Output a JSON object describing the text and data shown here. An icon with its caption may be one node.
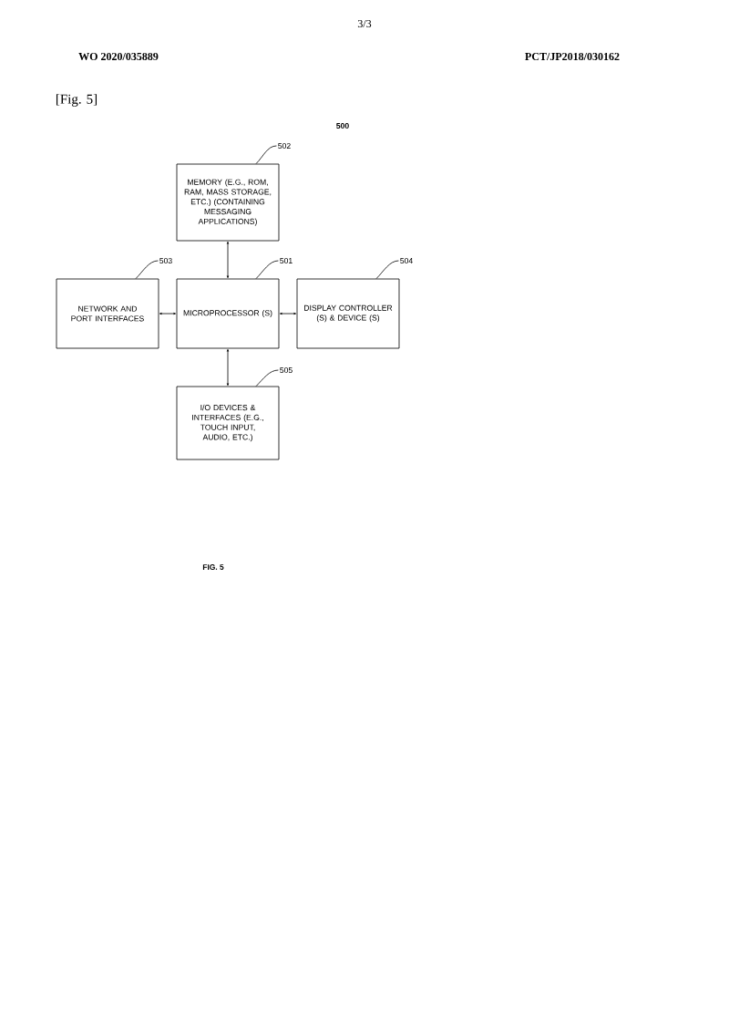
{
  "diagram": {
    "caption": "FIG. 5",
    "nodes": [
      {
        "text": [
          "MEMORY (E.G., ROM, RAM, MASS STORAGE, ETC.) (CONTAINING MESSAGING APPLICATIONS)"
        ]
      },
      {
        "text": [
          "MICROPROCESSOR (S)"
        ]
      },
      {
        "text": [
          "NETWORK AND PORT INTERFACES"
        ]
      },
      {
        "text": [
          "DISPLAY CONTROLLER (S) & DEVICE (S)"
        ]
      },
      {
        "text": [
          "I/O DEVICES & INTERFACES (E.G., TOUCH INPUT, AUDIO, ETC.)"
        ]
      },
      {
        "text": [
          "502"
        ]
      },
      {
        "text": [
          "501"
        ]
      },
      {
        "text": [
          "503"
        ]
      },
      {
        "text": [
          "504"
        ]
      },
      {
        "text": [
          "505"
        ]
      }
    ],
    "edges": [
      {
        "from": 1,
        "to": 0,
        "arrow": "both"
      },
      {
        "from": 1,
        "to": 2,
        "arrow": "both"
      },
      {
        "from": 1,
        "to": 3,
        "arrow": "both"
      },
      {
        "from": 1,
        "to": 4,
        "arrow": "both"
      },
      {
        "from": 5,
        "to": 0,
        "arrow": "none"
      },
      {
        "from": 6,
        "to": 1,
        "arrow": "none"
      },
      {
        "from": 7,
        "to": 2,
        "arrow": "none"
      },
      {
        "from": 8,
        "to": 3,
        "arrow": "none"
      },
      {
        "from": 9,
        "to": 4,
        "arrow": "none"
      }
    ],
    "labels": [
      "3/3",
      "WO 2020/035889",
      "PCT/JP2018/030162",
      "[Fig. 5]",
      "500"
    ]
  }
}
